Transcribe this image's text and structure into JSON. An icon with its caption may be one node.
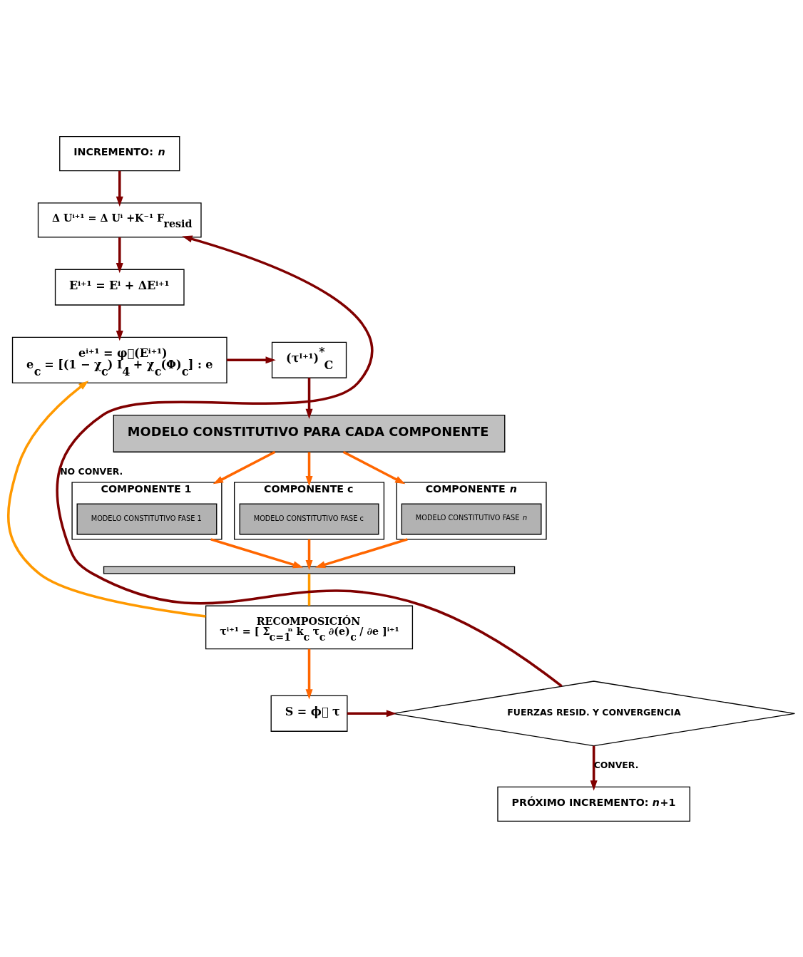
{
  "diagram": {
    "nodes": [
      {
        "text": [
          "INCREMENTO: *n*"
        ]
      },
      {
        "text": [
          "Δ Uⁱ⁺¹ = Δ Uⁱ +K⁻¹ F$_{resid}$"
        ]
      },
      {
        "text": [
          "Eⁱ⁺¹ = Eⁱ + ΔEⁱ⁺¹"
        ]
      },
      {
        "text": [
          "eⁱ⁺¹ = φ⃗(Eⁱ⁺¹)",
          "e$_{c}$ = [(1 − χ$_{c}$) I$_{4}$ + χ$_{c}$(Φ)$_{c}$] : e"
        ]
      },
      {
        "text": [
          "(τᴵ⁺¹)$^{*}$$_{C}$"
        ]
      },
      {
        "text": [
          "MODELO CONSTITUTIVO PARA CADA COMPONENTE"
        ]
      },
      {
        "text": [
          "COMPONENTE 1"
        ]
      },
      {
        "text": [
          "MODELO CONSTITUTIVO FASE 1"
        ],
        "in": 6
      },
      {
        "text": [
          "COMPONENTE c"
        ]
      },
      {
        "text": [
          "MODELO CONSTITUTIVO FASE c"
        ],
        "in": 8
      },
      {
        "text": [
          "COMPONENTE *n*"
        ]
      },
      {
        "text": [
          "MODELO CONSTITUTIVO FASE *n*"
        ],
        "in": 10
      },
      {
        "text": [],
        "shape": "bar"
      },
      {
        "text": [
          "RECOMPOSICIÓN",
          "τⁱ⁺¹ = [ Σ$_{c=1}$ⁿ k$_{c}$ τ$_{c}$ ∂(e)$_{c}$ / ∂e ]ⁱ⁺¹"
        ]
      },
      {
        "text": [
          "S = ϕ⃖ τ"
        ]
      },
      {
        "text": [
          "FUERZAS RESID. Y CONVERGENCIA"
        ]
      },
      {
        "text": [
          "PRÓXIMO INCREMENTO: *n*+1"
        ]
      }
    ],
    "edges": [
      {
        "from": 0,
        "to": 1,
        "arrow": "to"
      },
      {
        "from": 1,
        "to": 2,
        "arrow": "to"
      },
      {
        "from": 2,
        "to": 3,
        "arrow": "to"
      },
      {
        "from": 3,
        "to": 4,
        "arrow": "to"
      },
      {
        "from": 4,
        "to": 5,
        "arrow": "to"
      },
      {
        "from": 5,
        "to": 6,
        "arrow": "to",
        "color": "#ff6600"
      },
      {
        "from": 5,
        "to": 8,
        "arrow": "to",
        "color": "#ff6600"
      },
      {
        "from": 5,
        "to": 10,
        "arrow": "to",
        "color": "#ff6600"
      },
      {
        "from": 6,
        "to": 12,
        "arrow": "to",
        "color": "#ff6600"
      },
      {
        "from": 8,
        "to": 12,
        "arrow": "to",
        "color": "#ff6600"
      },
      {
        "from": 10,
        "to": 12,
        "arrow": "to",
        "color": "#ff6600"
      },
      {
        "from": 12,
        "to": 13,
        "arrow": "none",
        "color": "#ff9900"
      },
      {
        "from": 13,
        "to": 3,
        "arrow": "to",
        "color": "#ff9900"
      },
      {
        "from": 13,
        "to": 14,
        "arrow": "to",
        "color": "#ff6600"
      },
      {
        "from": 14,
        "to": 15,
        "arrow": "to"
      },
      {
        "from": 15,
        "to": 1,
        "arrow": "to",
        "label": "NO CONVER."
      },
      {
        "from": 15,
        "to": 16,
        "arrow": "to",
        "label": "CONVER."
      }
    ]
  }
}
